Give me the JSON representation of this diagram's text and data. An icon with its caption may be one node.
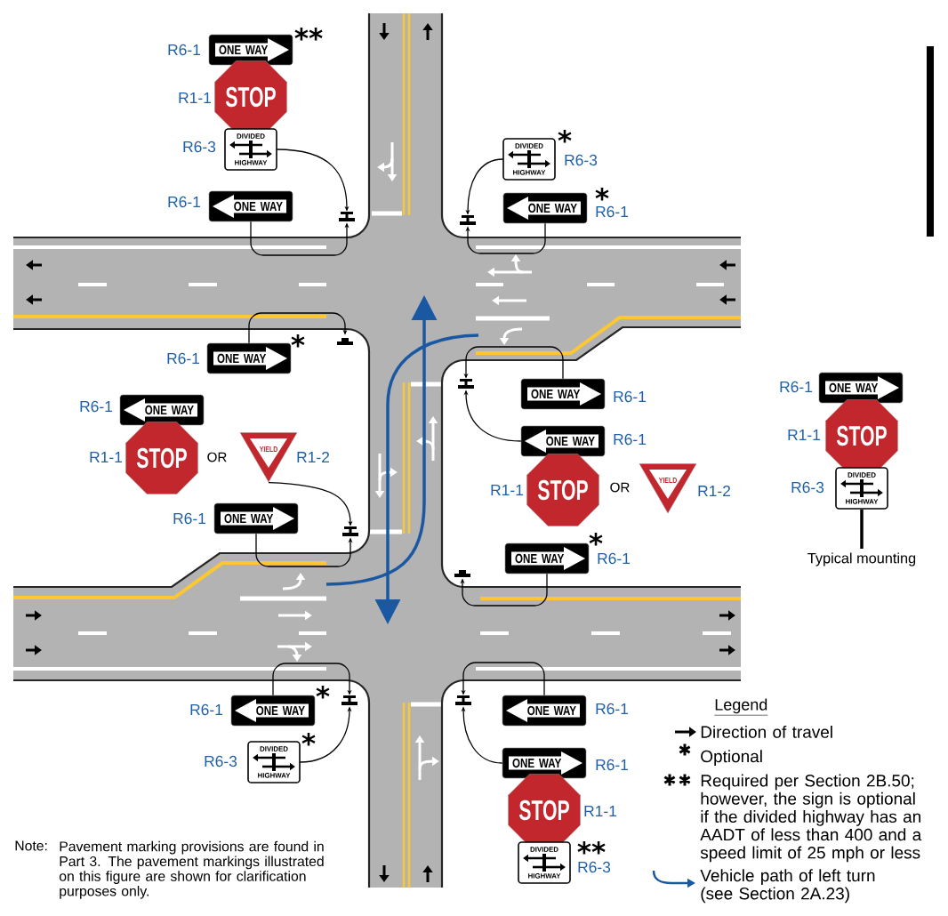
{
  "diagram": {
    "nodes": [
      {
        "text": [
          "ONE WAY"
        ],
        "beside": [
          "R6-1",
          "**"
        ]
      },
      {
        "text": [
          "STOP"
        ],
        "beside": [
          "R1-1"
        ]
      },
      {
        "text": [
          "DIVIDED",
          "HIGHWAY"
        ],
        "beside": [
          "R6-3"
        ]
      },
      {
        "text": [
          "ONE WAY"
        ],
        "beside": [
          "R6-1"
        ]
      },
      {
        "text": [],
        "shape": "bar"
      },
      {
        "text": [
          "DIVIDED",
          "HIGHWAY"
        ],
        "beside": [
          "R6-3",
          "*"
        ]
      },
      {
        "text": [
          "ONE WAY"
        ],
        "beside": [
          "R6-1",
          "*"
        ]
      },
      {
        "text": [],
        "shape": "bar"
      },
      {
        "text": [
          "ONE WAY"
        ],
        "beside": [
          "R6-1",
          "*"
        ]
      },
      {
        "text": [],
        "shape": "bar"
      },
      {
        "text": [
          "ONE WAY"
        ],
        "beside": [
          "R6-1"
        ]
      },
      {
        "text": [
          "STOP"
        ],
        "beside": [
          "R1-1"
        ]
      },
      {
        "text": [
          "YIELD"
        ],
        "beside": [
          "R1-2"
        ]
      },
      {
        "text": [
          "ONE WAY"
        ],
        "beside": [
          "R6-1"
        ]
      },
      {
        "text": [],
        "shape": "bar"
      },
      {
        "text": [],
        "shape": "bar"
      },
      {
        "text": [
          "ONE WAY"
        ],
        "beside": [
          "R6-1"
        ]
      },
      {
        "text": [
          "ONE WAY"
        ],
        "beside": [
          "R6-1"
        ]
      },
      {
        "text": [
          "STOP"
        ],
        "beside": [
          "R1-1"
        ]
      },
      {
        "text": [
          "YIELD"
        ],
        "beside": [
          "R1-2"
        ]
      },
      {
        "text": [
          "ONE WAY"
        ],
        "beside": [
          "R6-1",
          "*"
        ]
      },
      {
        "text": [],
        "shape": "bar"
      },
      {
        "text": [
          "ONE WAY"
        ],
        "beside": [
          "R6-1",
          "*"
        ]
      },
      {
        "text": [
          "DIVIDED",
          "HIGHWAY"
        ],
        "beside": [
          "R6-3",
          "*"
        ]
      },
      {
        "text": [],
        "shape": "bar"
      },
      {
        "text": [],
        "shape": "bar"
      },
      {
        "text": [
          "ONE WAY"
        ],
        "beside": [
          "R6-1"
        ]
      },
      {
        "text": [
          "ONE WAY"
        ],
        "beside": [
          "R6-1"
        ]
      },
      {
        "text": [
          "STOP"
        ],
        "beside": [
          "R1-1"
        ]
      },
      {
        "text": [
          "DIVIDED",
          "HIGHWAY"
        ],
        "beside": [
          "R6-3",
          "**"
        ]
      },
      {
        "text": [
          "ONE WAY"
        ],
        "beside": [
          "R6-1"
        ]
      },
      {
        "text": [
          "STOP"
        ],
        "beside": [
          "R1-1"
        ]
      },
      {
        "text": [
          "DIVIDED",
          "HIGHWAY"
        ],
        "beside": [
          "R6-3"
        ]
      }
    ],
    "edges": [
      {
        "from": 2,
        "to": 4,
        "arrow": "to"
      },
      {
        "from": 3,
        "to": 4,
        "arrow": "to"
      },
      {
        "from": 5,
        "to": 7,
        "arrow": "to"
      },
      {
        "from": 6,
        "to": 7,
        "arrow": "to"
      },
      {
        "from": 8,
        "to": 9,
        "arrow": "to"
      },
      {
        "from": 12,
        "to": 14,
        "arrow": "to"
      },
      {
        "from": 13,
        "to": 14,
        "arrow": "to"
      },
      {
        "from": 16,
        "to": 15,
        "arrow": "to"
      },
      {
        "from": 17,
        "to": 15,
        "arrow": "to"
      },
      {
        "from": 20,
        "to": 21,
        "arrow": "to"
      },
      {
        "from": 22,
        "to": 24,
        "arrow": "to"
      },
      {
        "from": 23,
        "to": 24,
        "arrow": "to"
      },
      {
        "from": 26,
        "to": 25,
        "arrow": "to"
      },
      {
        "from": 27,
        "to": 25,
        "arrow": "to"
      }
    ],
    "labels": [
      "OR",
      "OR",
      "Typical mounting",
      "Legend",
      "Note:",
      "Pavement marking provisions are found in Part 3. The pavement markings illustrated on this figure are shown for clarification purposes only."
    ],
    "legend": [
      {
        "text": "Direction of travel"
      },
      {
        "text": "Optional"
      },
      {
        "text": "Required per Section 2B.50; however, the sign is optional if the divided highway has an AADT of less than 400 and a speed limit of 25 mph or less"
      },
      {
        "text": "Vehicle path of left turn (see Section 2A.23)"
      }
    ]
  }
}
